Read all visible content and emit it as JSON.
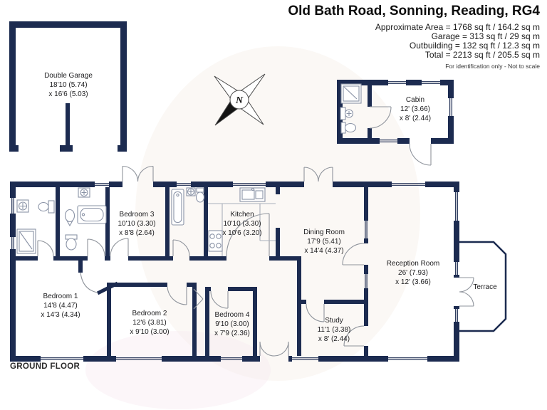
{
  "header": {
    "title": "Old Bath Road, Sonning, Reading, RG4",
    "area_lines": [
      "Approximate Area = 1768 sq ft / 164.2 sq m",
      "Garage = 313 sq ft / 29 sq m",
      "Outbuilding = 132 sq ft / 12.3 sq m",
      "Total = 2213 sq ft / 205.5 sq m"
    ],
    "disclaimer": "For identification only - Not to scale"
  },
  "floor": {
    "label": "GROUND FLOOR"
  },
  "compass": {
    "label": "N"
  },
  "rooms": {
    "double_garage": {
      "name": "Double Garage",
      "dim1": "18'10 (5.74)",
      "dim2": "x 16'6 (5.03)"
    },
    "cabin": {
      "name": "Cabin",
      "dim1": "12' (3.66)",
      "dim2": "x 8' (2.44)"
    },
    "bedroom3": {
      "name": "Bedroom 3",
      "dim1": "10'10 (3.30)",
      "dim2": "x 8'8 (2.64)"
    },
    "kitchen": {
      "name": "Kitchen",
      "dim1": "10'10 (3.30)",
      "dim2": "x 10'6 (3.20)"
    },
    "dining_room": {
      "name": "Dining Room",
      "dim1": "17'9 (5.41)",
      "dim2": "x 14'4 (4.37)"
    },
    "reception_room": {
      "name": "Reception Room",
      "dim1": "26' (7.93)",
      "dim2": "x 12' (3.66)"
    },
    "terrace": {
      "name": "Terrace"
    },
    "bedroom1": {
      "name": "Bedroom 1",
      "dim1": "14'8 (4.47)",
      "dim2": "x 14'3 (4.34)"
    },
    "bedroom2": {
      "name": "Bedroom 2",
      "dim1": "12'6 (3.81)",
      "dim2": "x 9'10 (3.00)"
    },
    "bedroom4": {
      "name": "Bedroom 4",
      "dim1": "9'10 (3.00)",
      "dim2": "x 7'9 (2.36)"
    },
    "study": {
      "name": "Study",
      "dim1": "11'1 (3.38)",
      "dim2": "x 8' (2.44)"
    }
  },
  "colors": {
    "wall": "#1c2b50",
    "door": "#8f949c",
    "fixture": "#8a93a6",
    "text": "#1d1d1f"
  }
}
